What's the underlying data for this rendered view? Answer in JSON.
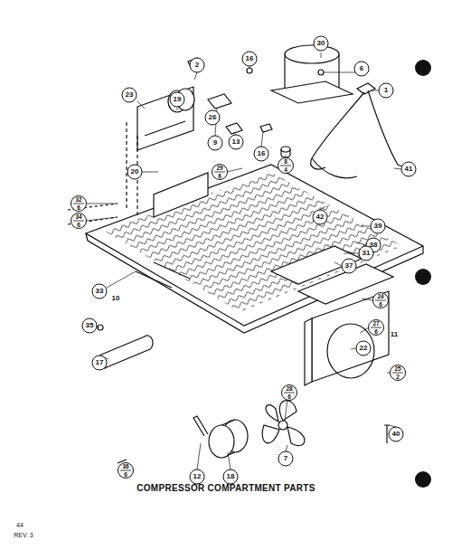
{
  "diagram": {
    "caption": "COMPRESSOR COMPARTMENT PARTS",
    "labels": [
      "2",
      "16",
      "30",
      "6",
      "1",
      "23",
      "19",
      "26",
      "9",
      "13",
      "16",
      "8",
      "4",
      "41",
      "20",
      "29",
      "6",
      "32",
      "6",
      "34",
      "6",
      "42",
      "39",
      "38",
      "37",
      "31",
      "33",
      "10",
      "24",
      "6",
      "27",
      "6",
      "11",
      "35",
      "17",
      "22",
      "25",
      "2",
      "28",
      "6",
      "40",
      "36",
      "6",
      "12",
      "18",
      "7",
      "44",
      "REV. 3"
    ]
  }
}
